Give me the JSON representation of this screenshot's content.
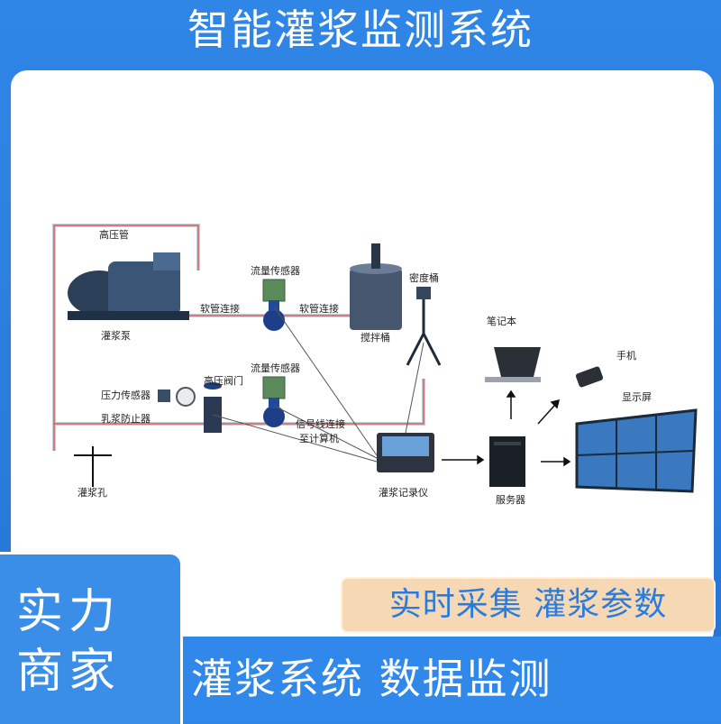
{
  "header": {
    "title": "智能灌浆监测系统"
  },
  "diagram": {
    "labels": {
      "high_pressure_pipe": "高压管",
      "grout_pump": "灌浆泵",
      "hose_connect_left": "软管连接",
      "flow_sensor_top": "流量传感器",
      "hose_connect_right": "软管连接",
      "density_bucket": "密度桶",
      "mixing_bucket": "搅拌桶",
      "high_pressure_valve": "高压阀门",
      "flow_sensor_bottom": "流量传感器",
      "pressure_sensor": "压力传感器",
      "backflow_preventer": "乳浆防止器",
      "signal_line_1": "信号线连接",
      "signal_line_2": "至计算机",
      "grout_hole": "灌浆孔",
      "grout_recorder": "灌浆记录仪",
      "server": "服务器",
      "laptop": "笔记本",
      "phone": "手机",
      "display_screen": "显示屏"
    }
  },
  "badges": {
    "left_line1": "实力",
    "left_line2": "商家",
    "top_right": "实时采集 灌浆参数",
    "bottom_right": "灌浆系统 数据监测"
  },
  "colors": {
    "background": "#2f86e6",
    "panel": "#ffffff",
    "banner": "#f6d9b4",
    "pipe_red": "#d93030"
  }
}
